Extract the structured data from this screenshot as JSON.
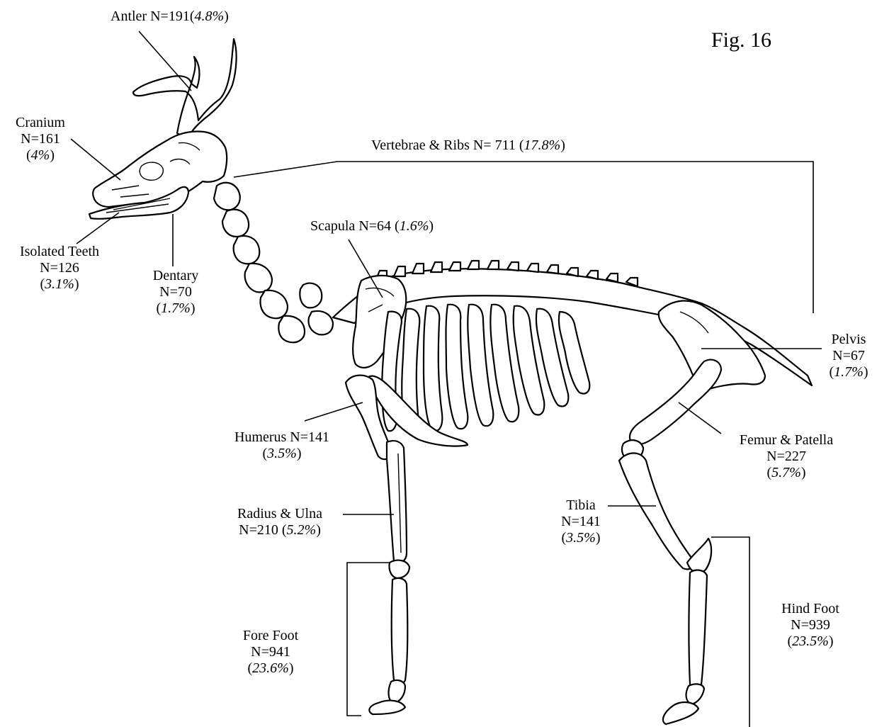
{
  "figure": {
    "title": "Fig. 16"
  },
  "labels": {
    "antler": {
      "name": "Antler",
      "n": "N=191",
      "pct": "4.8%"
    },
    "cranium": {
      "name": "Cranium",
      "n": "N=161",
      "pct": "4%"
    },
    "vertebrae": {
      "name": "Vertebrae & Ribs",
      "n": "N= 711",
      "pct": "17.8%"
    },
    "scapula": {
      "name": "Scapula",
      "n": "N=64",
      "pct": "1.6%"
    },
    "teeth": {
      "name": "Isolated Teeth",
      "n": "N=126",
      "pct": "3.1%"
    },
    "dentary": {
      "name": "Dentary",
      "n": "N=70",
      "pct": "1.7%"
    },
    "pelvis": {
      "name": "Pelvis",
      "n": "N=67",
      "pct": "1.7%"
    },
    "humerus": {
      "name": "Humerus",
      "n": "N=141",
      "pct": "3.5%"
    },
    "femur": {
      "name": "Femur & Patella",
      "n": "N=227",
      "pct": "5.7%"
    },
    "radius": {
      "name": "Radius & Ulna",
      "n": "N=210",
      "pct": "5.2%"
    },
    "tibia": {
      "name": "Tibia",
      "n": "N=141",
      "pct": "3.5%"
    },
    "hindfoot": {
      "name": "Hind Foot",
      "n": "N=939",
      "pct": "23.5%"
    },
    "forefoot": {
      "name": "Fore Foot",
      "n": "N=941",
      "pct": "23.6%"
    }
  }
}
